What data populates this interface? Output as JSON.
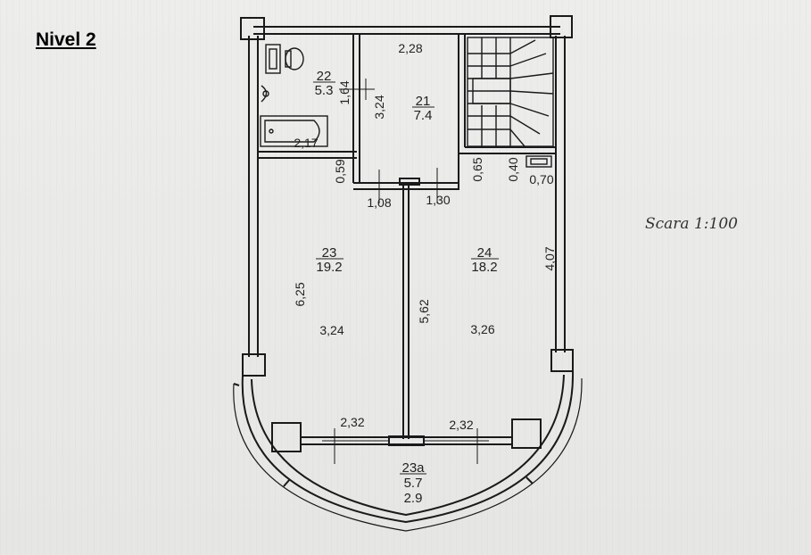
{
  "title": "Nivel 2",
  "scale": "Scara  1:100",
  "rooms": {
    "r22": {
      "num": "22",
      "area": "5.3"
    },
    "r21": {
      "num": "21",
      "area": "7.4"
    },
    "r23": {
      "num": "23",
      "area": "19.2"
    },
    "r24": {
      "num": "24",
      "area": "18.2"
    },
    "r23a": {
      "num": "23a",
      "area": "5.7",
      "extra": "2.9"
    }
  },
  "dimensions": {
    "d228": "2,28",
    "d164": "1,64",
    "d324v": "3,24",
    "d217": "2,17",
    "d059": "0,59",
    "d108": "1,08",
    "d130": "1,30",
    "d065": "0,65",
    "d040": "0,40",
    "d070": "0,70",
    "d625": "6,25",
    "d324": "3,24",
    "d562": "5,62",
    "d326": "3,26",
    "d407": "4,07",
    "d232l": "2,32",
    "d232r": "2,32"
  }
}
